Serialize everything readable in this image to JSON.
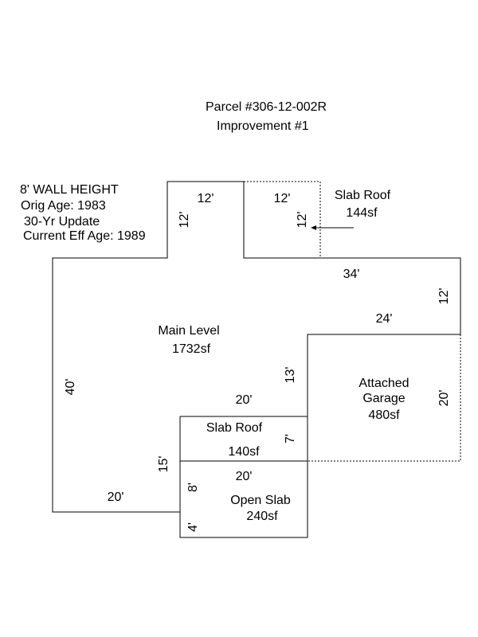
{
  "header": {
    "parcel": "Parcel #306-12-002R",
    "improvement": "Improvement #1"
  },
  "notes": {
    "wall_height": "8' WALL HEIGHT",
    "orig_age": "Orig Age: 1983",
    "update": "30-Yr Update",
    "current_eff_age": "Current Eff Age: 1989"
  },
  "areas": {
    "main_level": {
      "name": "Main Level",
      "area": "1732sf"
    },
    "slab_roof_top": {
      "name": "Slab Roof",
      "area": "144sf"
    },
    "attached_garage": {
      "name_line1": "Attached",
      "name_line2": "Garage",
      "area": "480sf"
    },
    "slab_roof_bottom": {
      "name": "Slab Roof",
      "area": "140sf"
    },
    "open_slab": {
      "name": "Open Slab",
      "area": "240sf"
    }
  },
  "dimensions": {
    "top_width_left": "12'",
    "top_height_left": "12'",
    "slab_top_width": "12'",
    "slab_top_height": "12'",
    "right_top_width": "34'",
    "right_top_height": "12'",
    "garage_top_width": "24'",
    "garage_left_height": "13'",
    "garage_right_height": "20'",
    "main_left_height": "40'",
    "bottom_left_width": "20'",
    "slab_bottom_top_width": "20'",
    "slab_bottom_height": "7'",
    "open_slab_top_width": "20'",
    "left_notch_height": "15'",
    "open_slab_height_upper": "8'",
    "open_slab_height_lower": "4'"
  }
}
